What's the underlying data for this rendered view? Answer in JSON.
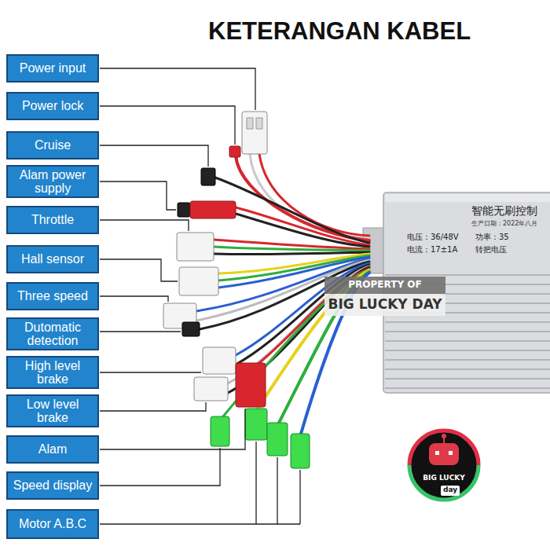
{
  "diagram": {
    "title": "KETERANGAN KABEL",
    "nodes": [
      {
        "text": [
          "Power input"
        ]
      },
      {
        "text": [
          "Power lock"
        ]
      },
      {
        "text": [
          "Cruise"
        ]
      },
      {
        "text": [
          "Alam power supply"
        ]
      },
      {
        "text": [
          "Throttle"
        ]
      },
      {
        "text": [
          "Hall sensor"
        ]
      },
      {
        "text": [
          "Three speed"
        ]
      },
      {
        "text": [
          "Dutomatic detection"
        ]
      },
      {
        "text": [
          "High level brake"
        ]
      },
      {
        "text": [
          "Low level brake"
        ]
      },
      {
        "text": [
          "Alam"
        ]
      },
      {
        "text": [
          "Speed display"
        ]
      },
      {
        "text": [
          "Motor A.B.C"
        ]
      }
    ],
    "labels": [
      "智能无刷控制",
      "生产日期：2022年八月",
      "电压：36/48V",
      "功率：35",
      "电流：17±1A",
      "转把电压",
      "PROPERTY OF",
      "BIG LUCKY DAY",
      "BIG LUCKY",
      "day"
    ]
  }
}
